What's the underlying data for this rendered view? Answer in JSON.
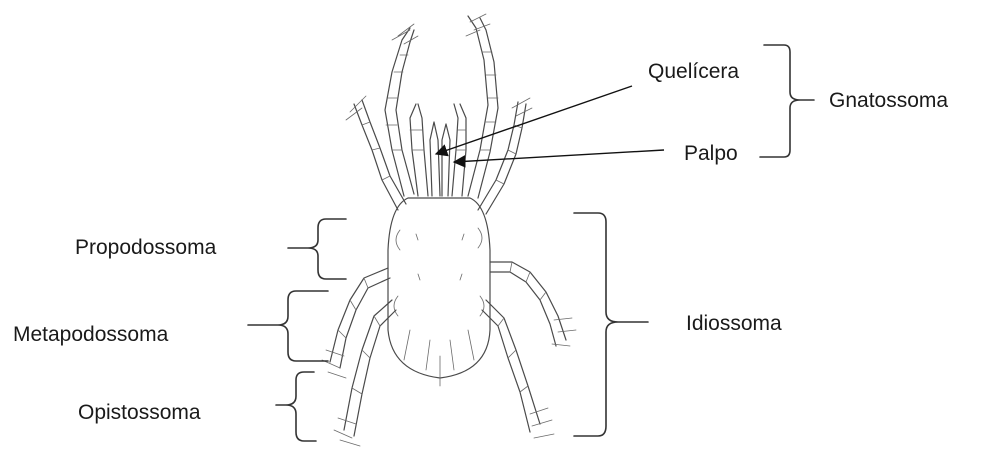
{
  "labels": {
    "quelicera": "Quelícera",
    "palpo": "Palpo",
    "gnatossoma": "Gnatossoma",
    "propodossoma": "Propodossoma",
    "metapodossoma": "Metapodossoma",
    "opistossoma": "Opistossoma",
    "idiossoma": "Idiossoma"
  },
  "icons": {
    "specimen": "mite-dorsal-illustration-icon"
  },
  "colors": {
    "ink": "#4a4a4a",
    "text": "#1a1a1a",
    "background": "#ffffff"
  }
}
